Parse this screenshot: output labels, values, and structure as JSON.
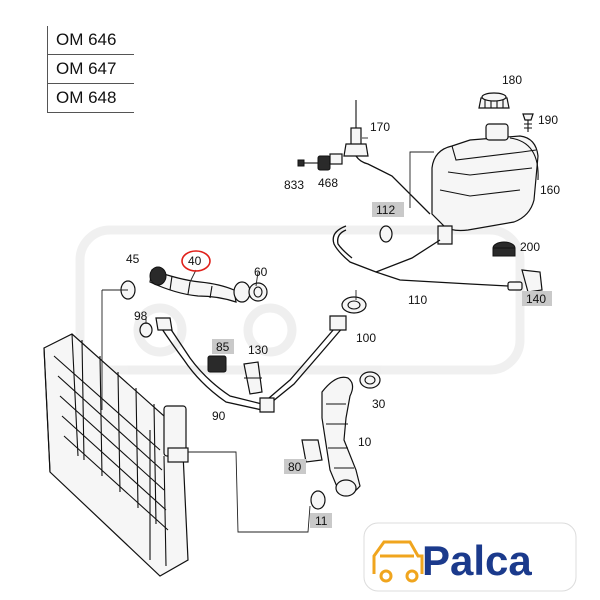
{
  "engine_variants": [
    "OM 646",
    "OM 647",
    "OM 648"
  ],
  "labels": {
    "p10": "10",
    "p11": "11",
    "p30": "30",
    "p40": "40",
    "p45": "45",
    "p60": "60",
    "p80": "80",
    "p85": "85",
    "p90": "90",
    "p98": "98",
    "p100": "100",
    "p110": "110",
    "p112": "112",
    "p130": "130",
    "p140": "140",
    "p160": "160",
    "p170": "170",
    "p180": "180",
    "p190": "190",
    "p200": "200",
    "p468": "468",
    "p833": "833"
  },
  "highlighted_part": "40",
  "logo_text": "Palca",
  "colors": {
    "logo_blue": "#1b3a8c",
    "logo_orange": "#f0a51e",
    "highlight": "#e0201a",
    "tag_gray": "#c9c9c9"
  }
}
